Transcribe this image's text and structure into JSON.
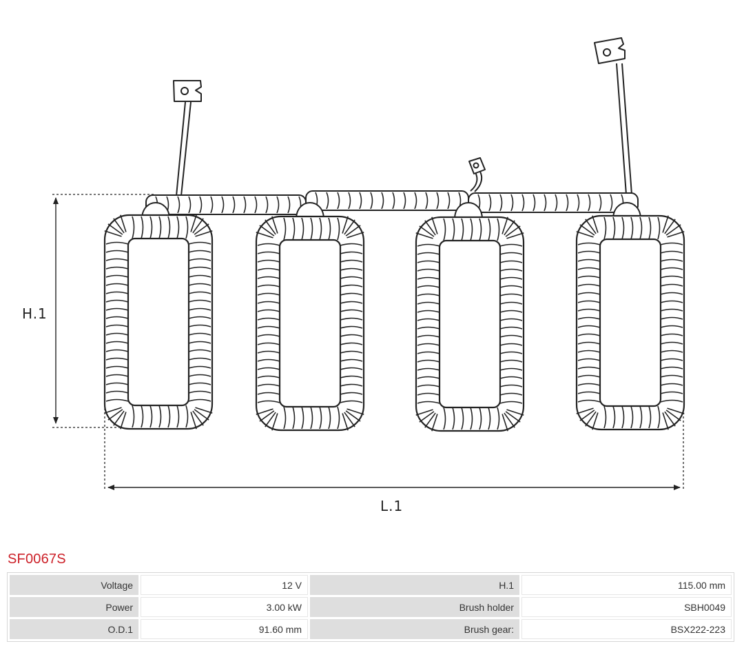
{
  "drawing": {
    "dimension_labels": {
      "height": "H.1",
      "length": "L.1"
    },
    "coil_count": 4
  },
  "product": {
    "code": "SF0067S"
  },
  "specs": {
    "rows": [
      {
        "label_left": "Voltage",
        "value_left": "12 V",
        "label_right": "H.1",
        "value_right": "115.00 mm"
      },
      {
        "label_left": "Power",
        "value_left": "3.00 kW",
        "label_right": "Brush holder",
        "value_right": "SBH0049"
      },
      {
        "label_left": "O.D.1",
        "value_left": "91.60 mm",
        "label_right": "Brush gear:",
        "value_right": "BSX222-223"
      }
    ]
  },
  "colors": {
    "code": "#cc1f27",
    "label_cell": "#dedede",
    "line": "#222222"
  }
}
